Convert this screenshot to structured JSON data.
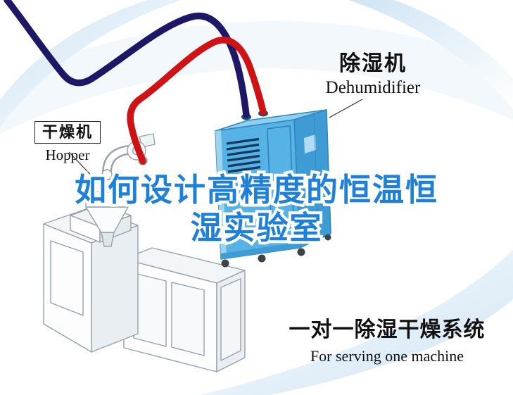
{
  "title": {
    "line1": "如何设计高精度的恒温恒",
    "line2": "湿实验室"
  },
  "labels": {
    "dehumidifier_cn": "除湿机",
    "dehumidifier_en": "Dehumidifier",
    "hopper_cn": "干燥机",
    "hopper_en": "Hopper",
    "system_cn": "一对一除湿干燥系统",
    "system_en": "For serving one machine"
  },
  "figures": {
    "dehumidifier": "dehumidifier-machine",
    "hopper": "hopper-dryer-with-loader",
    "extruder": "extruder-machine",
    "pipe_supply": "navy-air-pipe",
    "pipe_return": "red-air-pipe"
  },
  "colors": {
    "pipe_red": "#cf1315",
    "pipe_navy": "#1d1766",
    "dehumidifier_front": "#57b3e5",
    "dehumidifier_side": "#3e9bd3",
    "dehumidifier_top": "#8ed0f0",
    "title_blue": "#1e80d8",
    "title_outline": "#ffffff",
    "label_text": "#111111",
    "background_tint": "#d9eaf7"
  }
}
